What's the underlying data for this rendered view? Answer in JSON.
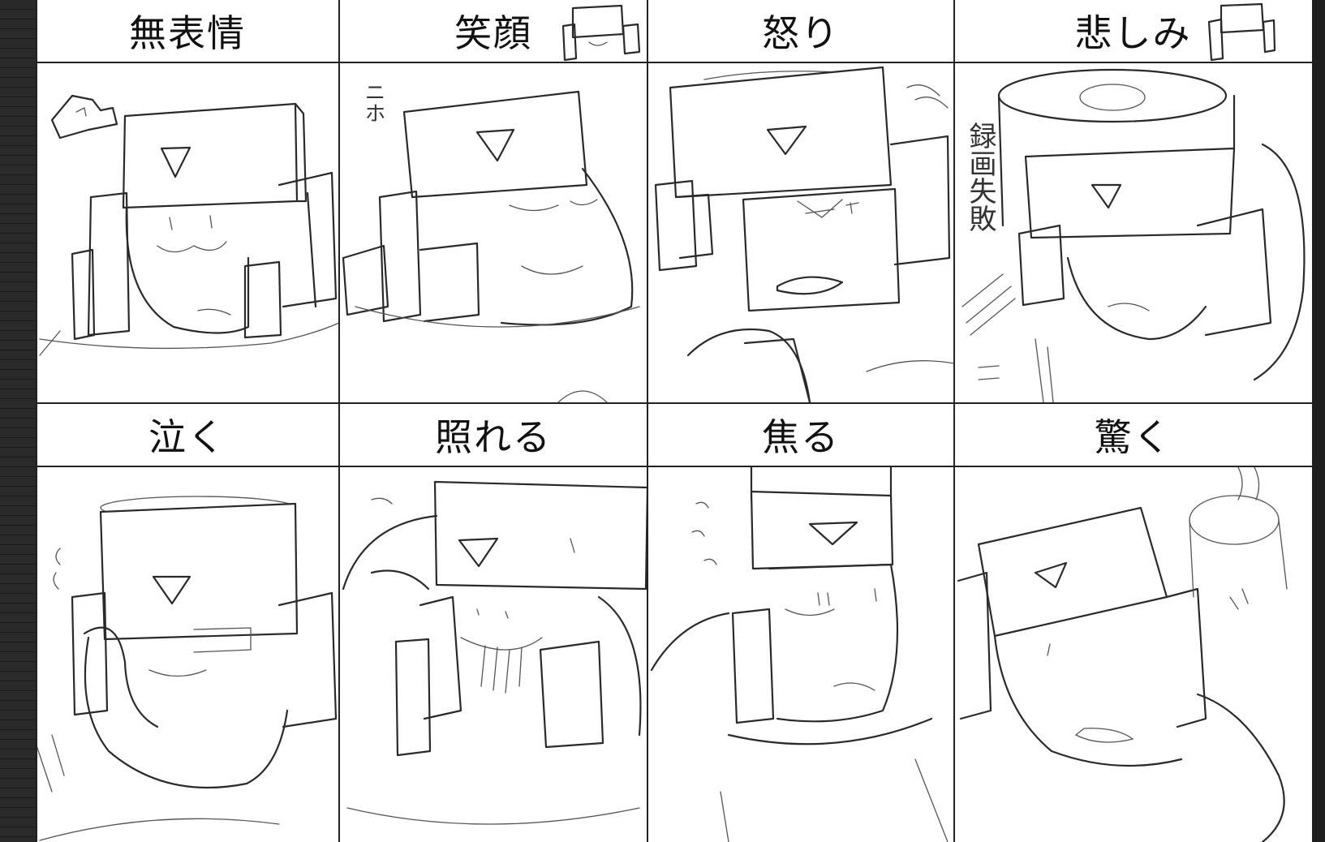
{
  "sheet": {
    "panels": [
      {
        "id": "neutral",
        "label": "無表情"
      },
      {
        "id": "smile",
        "label": "笑顔"
      },
      {
        "id": "anger",
        "label": "怒り"
      },
      {
        "id": "sadness",
        "label": "悲しみ"
      },
      {
        "id": "crying",
        "label": "泣く"
      },
      {
        "id": "embarrassed",
        "label": "照れる"
      },
      {
        "id": "flustered",
        "label": "焦る"
      },
      {
        "id": "surprised",
        "label": "驚く"
      }
    ],
    "notes": {
      "smile_note": "ニホ",
      "sad_note": "録画失敗"
    }
  }
}
